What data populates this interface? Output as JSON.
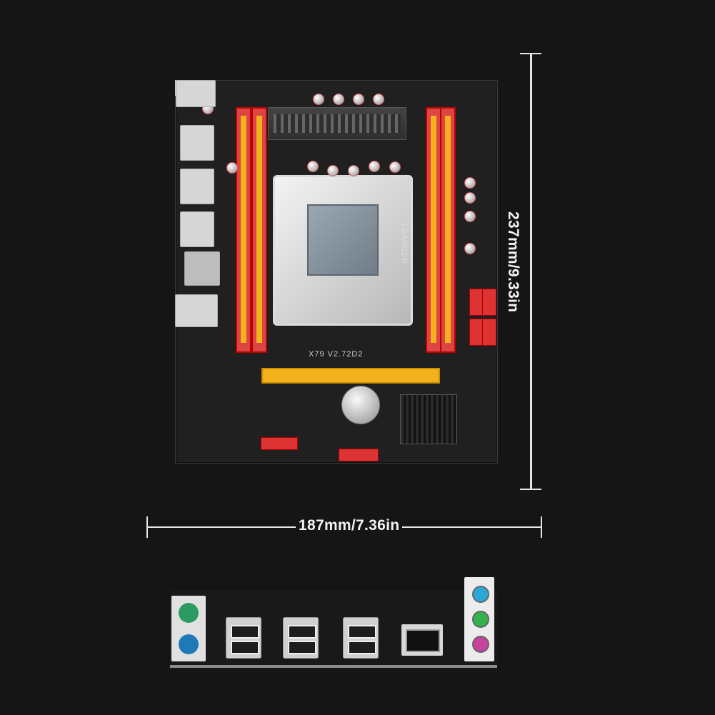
{
  "labels": {
    "height": "237mm/9.33in",
    "width": "187mm/7.36in"
  },
  "board_text": {
    "socket_label": "LGA2011-0",
    "model_label": "X79 V2.72D2"
  },
  "colors": {
    "background": "#151515",
    "board": "#202020",
    "ram_red": "#d44",
    "ram_yellow": "#f3b11c",
    "ps2_green": "#2c9b62",
    "ps2_blue": "#1f79b6",
    "audio_blue": "#2ba6d8",
    "audio_green": "#33b14d",
    "audio_pink": "#c8439e"
  },
  "icons": {
    "motherboard": "motherboard-icon",
    "height_arrow": "vertical-measure-icon",
    "width_arrow": "horizontal-measure-icon",
    "ps2_ports": "ps2-port-icon",
    "usb_ports": "usb-port-icon",
    "lan_port": "lan-port-icon",
    "audio_ports": "audio-jack-icon"
  }
}
